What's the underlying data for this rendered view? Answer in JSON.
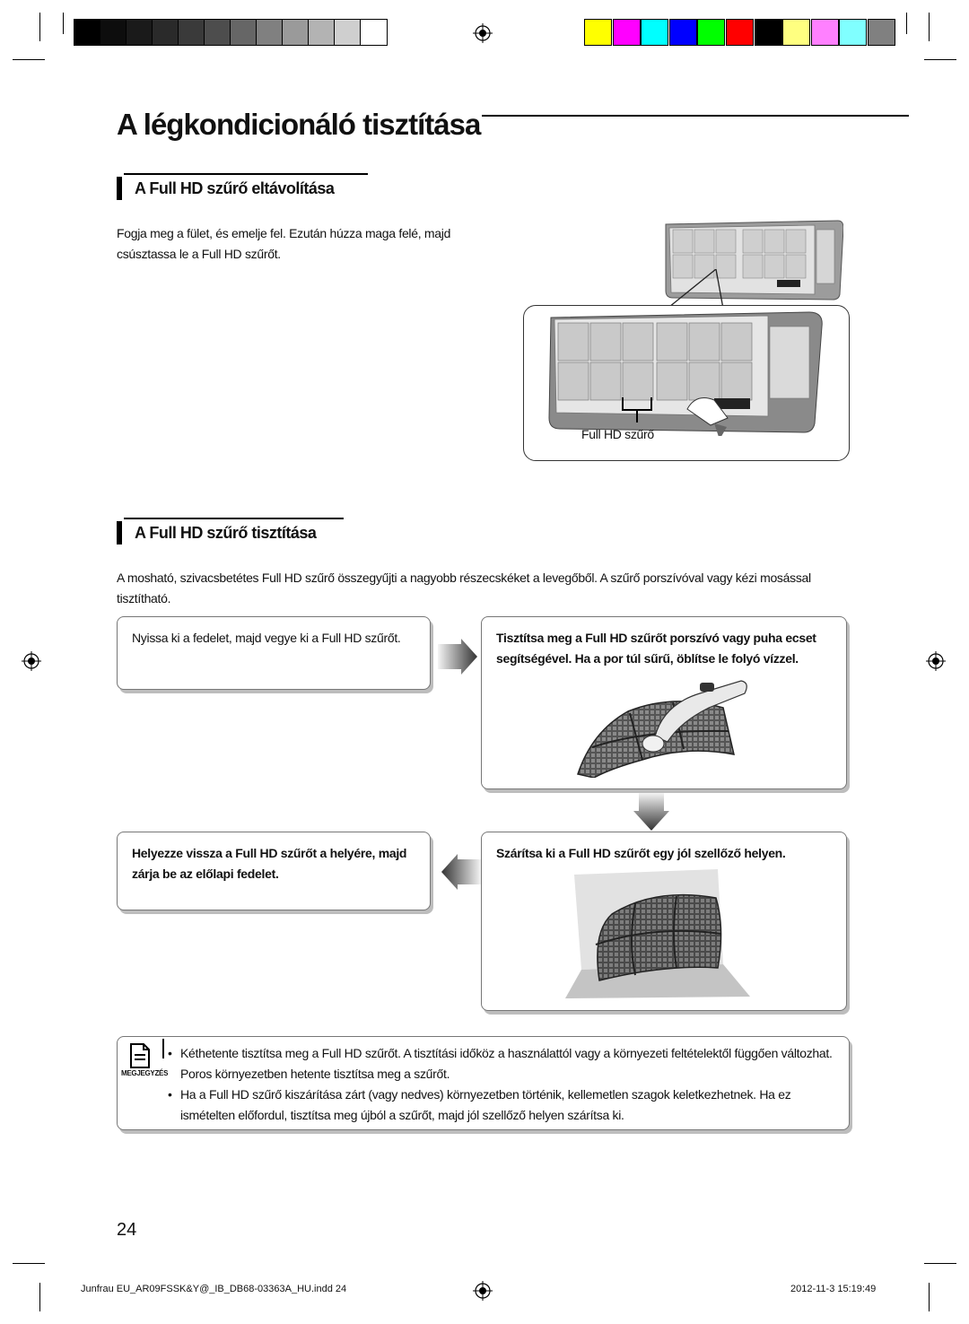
{
  "page": {
    "title": "A légkondicionáló tisztítása",
    "page_number": "24"
  },
  "section1": {
    "heading": "A Full HD szűrő eltávolítása",
    "text": "Fogja meg a fület, és emelje fel. Ezután húzza maga felé, majd csúsztassa le a Full HD szűrőt.",
    "figure_label": "Full HD szűrő"
  },
  "section2": {
    "heading": "A Full HD szűrő tisztítása",
    "intro": "A mosható, szivacsbetétes Full HD szűrő összegyűjti a nagyobb részecskéket a levegőből. A szűrő porszívóval vagy kézi mosással tisztítható.",
    "steps": [
      {
        "text": "Nyissa ki a fedelet, majd vegye ki a Full HD szűrőt."
      },
      {
        "text": "Tisztítsa meg a Full HD szűrőt porszívó vagy puha ecset segítségével.  Ha a por túl sűrű, öblítse le folyó vízzel."
      },
      {
        "text": "Szárítsa ki a Full HD szűrőt egy jól szellőző helyen."
      },
      {
        "text": "Helyezze vissza a Full HD szűrőt a helyére, majd zárja be az előlapi fedelet."
      }
    ]
  },
  "note": {
    "label": "MEGJEGYZÉS",
    "items": [
      "Kéthetente tisztítsa meg a Full HD szűrőt. A tisztítási időköz a használattól vagy a környezeti feltételektől függően változhat. Poros környezetben hetente tisztítsa meg a szűrőt.",
      "Ha a Full HD szűrő kiszárítása zárt (vagy nedves) környezetben történik, kellemetlen szagok keletkezhetnek. Ha ez ismételten előfordul, tisztítsa meg újból a szűrőt, majd jól szellőző helyen szárítsa ki."
    ]
  },
  "footer": {
    "file": "Junfrau EU_AR09FSSK&Y@_IB_DB68-03363A_HU.indd   24",
    "timestamp": "2012-11-3   15:19:49"
  },
  "colors": {
    "gray_swatches": [
      "#000000",
      "#0d0d0d",
      "#1a1a1a",
      "#2a2a2a",
      "#3a3a3a",
      "#4d4d4d",
      "#666666",
      "#808080",
      "#9a9a9a",
      "#b3b3b3",
      "#cfcfcf",
      "#ffffff"
    ],
    "color_swatches": [
      "#ffff00",
      "#ff00ff",
      "#00ffff",
      "#0000ff",
      "#00ff00",
      "#ff0000",
      "#000000",
      "#ffff80",
      "#ff80ff",
      "#80ffff",
      "#808080"
    ]
  }
}
